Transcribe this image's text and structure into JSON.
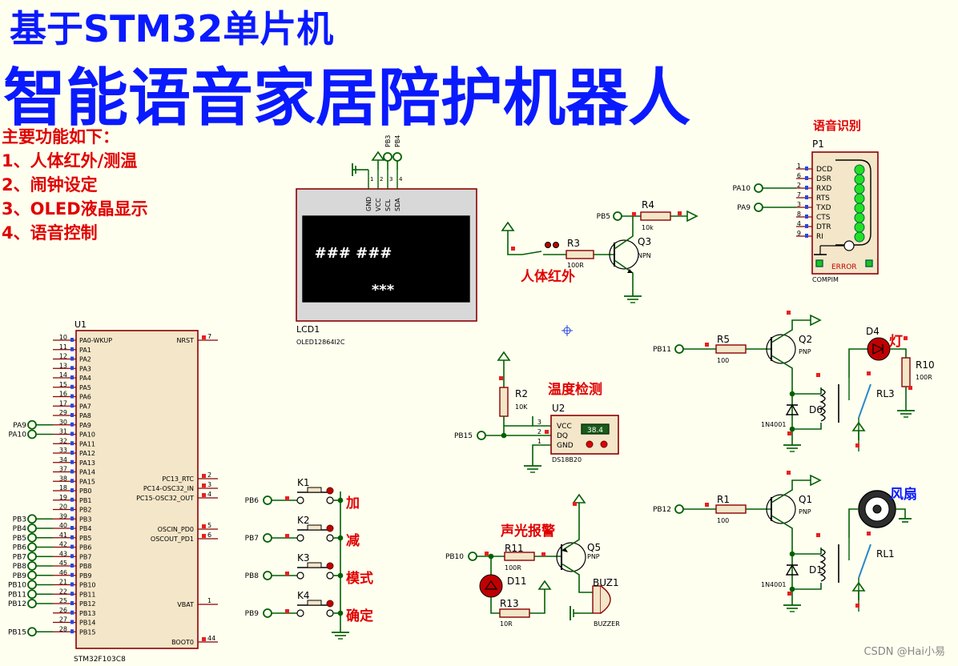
{
  "title_line1": "基于STM32单片机",
  "title_line2": "智能语音家居陪护机器人",
  "features_heading": "主要功能如下：",
  "features": [
    "1、人体红外/测温",
    "2、闹钟设定",
    "3、OLED液晶显示",
    "4、语音控制"
  ],
  "watermark": "CSDN @Hai小易",
  "labels": {
    "voice": "语音识别",
    "pir": "人体红外",
    "temp": "温度检测",
    "alarm": "声光报警",
    "lamp": "灯",
    "fan": "风扇",
    "k_add": "加",
    "k_sub": "减",
    "k_mode": "模式",
    "k_ok": "确定"
  },
  "mcu": {
    "ref": "U1",
    "part": "STM32F103C8",
    "left_pins": [
      {
        "n": "10",
        "name": "PA0-WKUP",
        "net": ""
      },
      {
        "n": "11",
        "name": "PA1",
        "net": ""
      },
      {
        "n": "12",
        "name": "PA2",
        "net": ""
      },
      {
        "n": "13",
        "name": "PA3",
        "net": ""
      },
      {
        "n": "14",
        "name": "PA4",
        "net": ""
      },
      {
        "n": "15",
        "name": "PA5",
        "net": ""
      },
      {
        "n": "16",
        "name": "PA6",
        "net": ""
      },
      {
        "n": "17",
        "name": "PA7",
        "net": ""
      },
      {
        "n": "29",
        "name": "PA8",
        "net": ""
      },
      {
        "n": "30",
        "name": "PA9",
        "net": "PA9"
      },
      {
        "n": "31",
        "name": "PA10",
        "net": "PA10"
      },
      {
        "n": "32",
        "name": "PA11",
        "net": ""
      },
      {
        "n": "33",
        "name": "PA12",
        "net": ""
      },
      {
        "n": "34",
        "name": "PA13",
        "net": ""
      },
      {
        "n": "37",
        "name": "PA14",
        "net": ""
      },
      {
        "n": "38",
        "name": "PA15",
        "net": ""
      },
      {
        "n": "18",
        "name": "PB0",
        "net": ""
      },
      {
        "n": "19",
        "name": "PB1",
        "net": ""
      },
      {
        "n": "20",
        "name": "PB2",
        "net": ""
      },
      {
        "n": "39",
        "name": "PB3",
        "net": "PB3"
      },
      {
        "n": "40",
        "name": "PB4",
        "net": "PB4"
      },
      {
        "n": "41",
        "name": "PB5",
        "net": "PB5"
      },
      {
        "n": "42",
        "name": "PB6",
        "net": "PB6"
      },
      {
        "n": "43",
        "name": "PB7",
        "net": "PB7"
      },
      {
        "n": "45",
        "name": "PB8",
        "net": "PB8"
      },
      {
        "n": "46",
        "name": "PB9",
        "net": "PB9"
      },
      {
        "n": "21",
        "name": "PB10",
        "net": "PB10"
      },
      {
        "n": "22",
        "name": "PB11",
        "net": "PB11"
      },
      {
        "n": "25",
        "name": "PB12",
        "net": "PB12"
      },
      {
        "n": "26",
        "name": "PB13",
        "net": ""
      },
      {
        "n": "27",
        "name": "PB14",
        "net": ""
      },
      {
        "n": "28",
        "name": "PB15",
        "net": "PB15"
      }
    ],
    "right_pins": [
      {
        "n": "7",
        "name": "NRST"
      },
      {
        "n": "2",
        "name": "PC13_RTC"
      },
      {
        "n": "3",
        "name": "PC14-OSC32_IN"
      },
      {
        "n": "4",
        "name": "PC15-OSC32_OUT"
      },
      {
        "n": "5",
        "name": "OSCIN_PD0"
      },
      {
        "n": "6",
        "name": "OSCOUT_PD1"
      },
      {
        "n": "1",
        "name": "VBAT"
      },
      {
        "n": "44",
        "name": "BOOT0"
      }
    ]
  },
  "lcd": {
    "ref": "LCD1",
    "part": "OLED12864I2C",
    "row1": "###   ###",
    "row2": "***",
    "pins": [
      {
        "n": "1",
        "name": "GND"
      },
      {
        "n": "2",
        "name": "VCC"
      },
      {
        "n": "3",
        "name": "SCL"
      },
      {
        "n": "4",
        "name": "SDA"
      }
    ],
    "nets": [
      "PB3",
      "PB4"
    ]
  },
  "compim": {
    "ref": "P1",
    "part": "COMPIM",
    "status": "ERROR",
    "pins": [
      {
        "n": "1",
        "name": "DCD",
        "net": ""
      },
      {
        "n": "6",
        "name": "DSR",
        "net": ""
      },
      {
        "n": "2",
        "name": "RXD",
        "net": "PA10"
      },
      {
        "n": "7",
        "name": "RTS",
        "net": ""
      },
      {
        "n": "3",
        "name": "TXD",
        "net": "PA9"
      },
      {
        "n": "8",
        "name": "CTS",
        "net": ""
      },
      {
        "n": "4",
        "name": "DTR",
        "net": ""
      },
      {
        "n": "9",
        "name": "RI",
        "net": ""
      }
    ]
  },
  "pir": {
    "r3": "R3",
    "r3v": "100R",
    "q3": "Q3",
    "q3t": "NPN",
    "r4": "R4",
    "r4v": "10k",
    "net": "PB5"
  },
  "ds18b20": {
    "ref": "U2",
    "part": "DS18B20",
    "reading": "38.4",
    "pins": [
      {
        "n": "3",
        "name": "VCC"
      },
      {
        "n": "2",
        "name": "DQ"
      },
      {
        "n": "1",
        "name": "GND"
      }
    ],
    "r2": "R2",
    "r2v": "10K",
    "net": "PB15"
  },
  "keys": [
    {
      "ref": "K1",
      "net": "PB6"
    },
    {
      "ref": "K2",
      "net": "PB7"
    },
    {
      "ref": "K3",
      "net": "PB8"
    },
    {
      "ref": "K4",
      "net": "PB9"
    }
  ],
  "alarm": {
    "r11": "R11",
    "r11v": "100R",
    "q5": "Q5",
    "q5t": "PNP",
    "d11": "D11",
    "r13": "R13",
    "r13v": "10R",
    "buz": "BUZ1",
    "buzp": "BUZZER",
    "net": "PB10"
  },
  "lamp_ch": {
    "r5": "R5",
    "r5v": "100",
    "q2": "Q2",
    "q2t": "PNP",
    "d": "D6",
    "dpart": "1N4001",
    "rl": "RL3",
    "d4": "D4",
    "r10": "R10",
    "r10v": "100R",
    "net": "PB11"
  },
  "fan_ch": {
    "r1": "R1",
    "r1v": "100",
    "q1": "Q1",
    "q1t": "PNP",
    "d": "D1",
    "dpart": "1N4001",
    "rl": "RL1",
    "net": "PB12"
  },
  "colors": {
    "title": "#0a1aff",
    "label": "#e00000",
    "wire": "#006000",
    "body": "#8b0000",
    "fill": "#f4e6c8",
    "bg": "#fffff0"
  }
}
